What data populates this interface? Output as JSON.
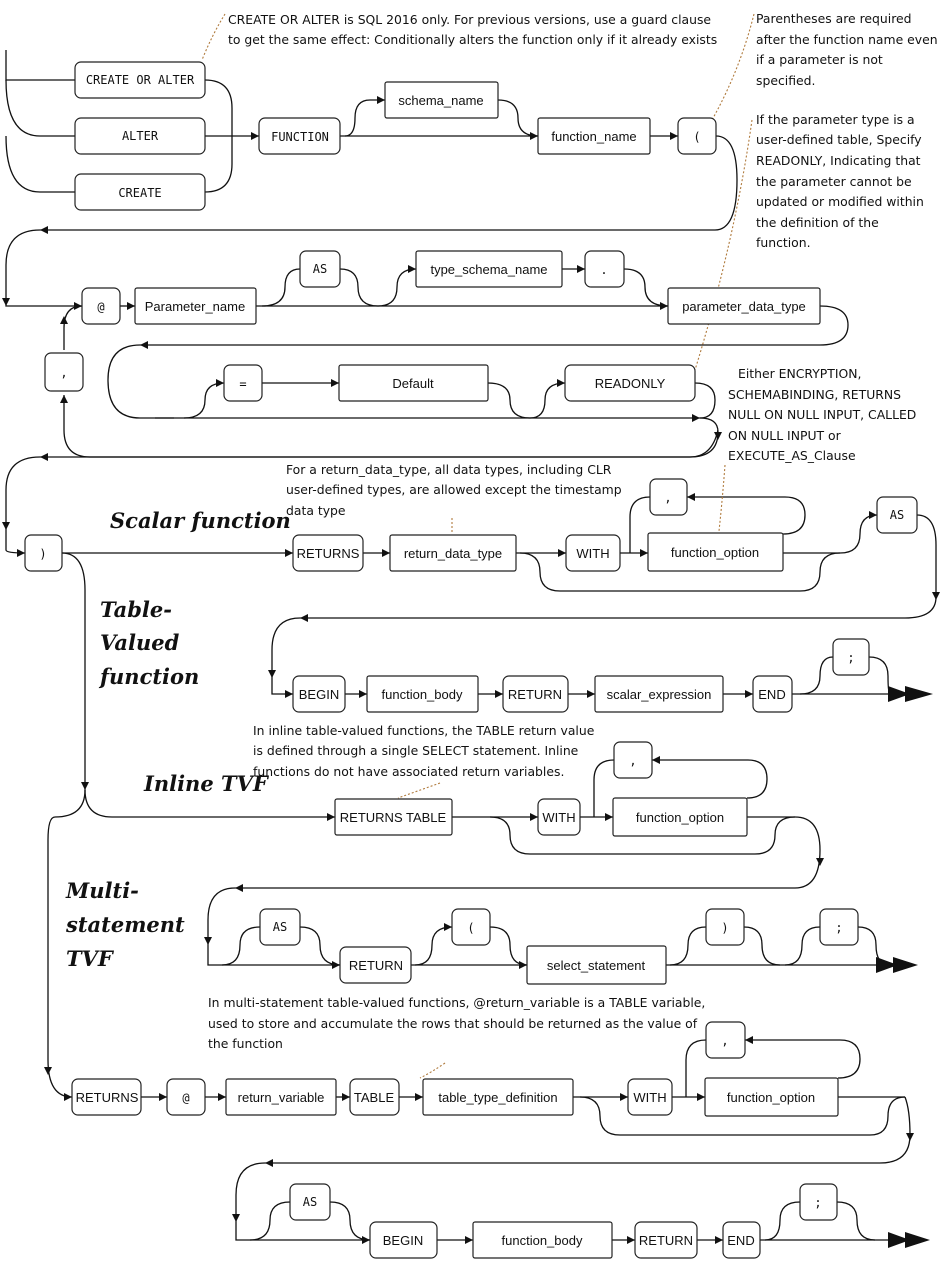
{
  "boxes": {
    "create_or_alter": "CREATE OR ALTER",
    "alter": "ALTER",
    "create": "CREATE",
    "function_kw": "FUNCTION",
    "schema_name": "schema_name",
    "function_name": "function_name",
    "open_paren": "(",
    "at": "@",
    "parameter_name": "Parameter_name",
    "as_param": "AS",
    "type_schema_name": "type_schema_name",
    "dot": ".",
    "parameter_data_type": "parameter_data_type",
    "comma_param": ",",
    "equals": "=",
    "default": "Default",
    "readonly": "READONLY",
    "close_paren": ")",
    "returns_scalar": "RETURNS",
    "return_data_type": "return_data_type",
    "with_scalar": "WITH",
    "comma_scalar": ",",
    "function_option_scalar": "function_option",
    "as_scalar": "AS",
    "begin_scalar": "BEGIN",
    "function_body_scalar": "function_body",
    "return_scalar": "RETURN",
    "scalar_expression": "scalar_expression",
    "end_scalar": "END",
    "semicolon_scalar": ";",
    "returns_table": "RETURNS TABLE",
    "with_inline": "WITH",
    "comma_inline": ",",
    "function_option_inline": "function_option",
    "as_inline": "AS",
    "return_inline": "RETURN",
    "open_paren_inline": "(",
    "select_statement": "select_statement",
    "close_paren_inline": ")",
    "semicolon_inline": ";",
    "returns_multi": "RETURNS",
    "at_multi": "@",
    "return_variable": "return_variable",
    "table_kw": "TABLE",
    "table_type_definition": "table_type_definition",
    "with_multi": "WITH",
    "comma_multi": ",",
    "function_option_multi": "function_option",
    "as_multi": "AS",
    "begin_multi": "BEGIN",
    "function_body_multi": "function_body",
    "return_multi": "RETURN",
    "end_multi": "END",
    "semicolon_multi": ";"
  },
  "titles": {
    "scalar": "Scalar function",
    "table_valued": [
      "Table-",
      "Valued",
      "function"
    ],
    "inline": "Inline TVF",
    "multi": [
      "Multi-",
      "statement",
      "TVF"
    ]
  },
  "notes": {
    "create_or_alter": [
      "CREATE OR ALTER is SQL 2016 only. For previous versions, use a guard clause",
      "to get the same effect: Conditionally alters the function only if it already exists"
    ],
    "parentheses": [
      "Parentheses are required",
      "after the function name even",
      "if a parameter is not",
      "specified."
    ],
    "readonly": [
      "If the parameter type is a",
      "user-defined table, Specify",
      "READONLY, Indicating that",
      "the parameter cannot be",
      "updated or modified within",
      "the definition of the",
      "function."
    ],
    "function_option": [
      "Either ENCRYPTION,",
      "SCHEMABINDING, RETURNS",
      "NULL ON NULL INPUT, CALLED",
      "ON NULL INPUT or",
      "EXECUTE_AS_Clause"
    ],
    "return_data_type": [
      "For a return_data_type, all data types, including CLR",
      "user-defined types, are allowed except the timestamp",
      "data type"
    ],
    "inline": [
      "In inline table-valued functions, the TABLE return value",
      "is defined through a single SELECT statement. Inline",
      "functions do not have associated return variables."
    ],
    "multi": [
      "In multi-statement table-valued functions, @return_variable is a TABLE variable,",
      "used to store and accumulate the rows that should be returned as the value of",
      "the function"
    ]
  }
}
